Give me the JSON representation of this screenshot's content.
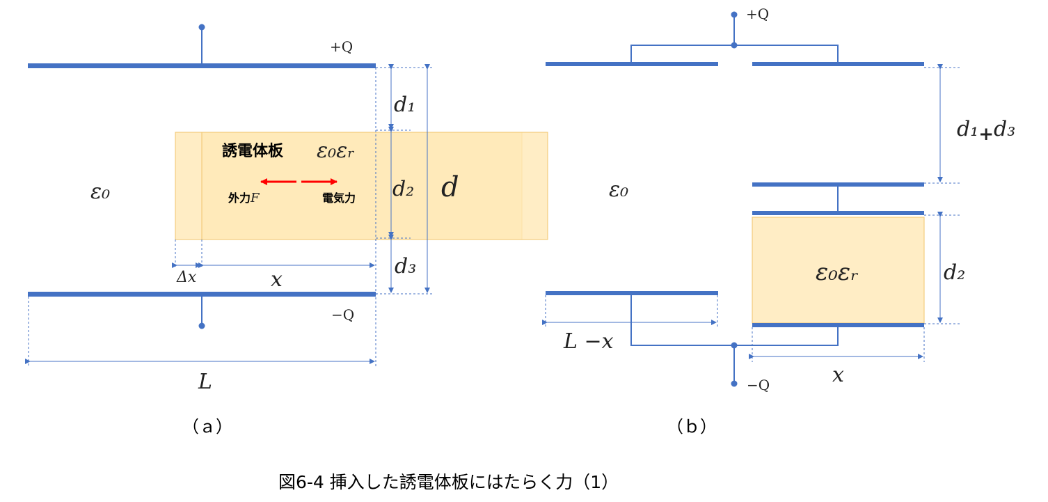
{
  "panel_a": {
    "top_charge": "+Q",
    "bottom_charge": "−Q",
    "permittivity_outside": "ε₀",
    "dielectric_label": "誘電体板",
    "dielectric_permittivity": "ε₀εᵣ",
    "external_force": "外力",
    "external_force_symbol": "F",
    "electric_force": "電気力",
    "d1": "d₁",
    "d2": "d₂",
    "d3": "d₃",
    "d": "d",
    "delta_x": "Δx",
    "x": "x",
    "L": "L",
    "caption": "（ａ）"
  },
  "panel_b": {
    "top_charge": "+Q",
    "bottom_charge": "−Q",
    "permittivity_outside": "ε₀",
    "gap_label_left": "d₁",
    "gap_label_plus": "+",
    "gap_label_right": "d₃",
    "d2": "d₂",
    "dielectric_permittivity": "ε₀εᵣ",
    "L_minus_x": "L −x",
    "x": "x",
    "caption": "（ｂ）"
  },
  "figure_caption": "図6-4 挿入した誘電体板にはたらく力（1）",
  "colors": {
    "plate": "#4472C4",
    "dielectric": "#FFE9B6",
    "force_arrow": "#FF0000"
  }
}
